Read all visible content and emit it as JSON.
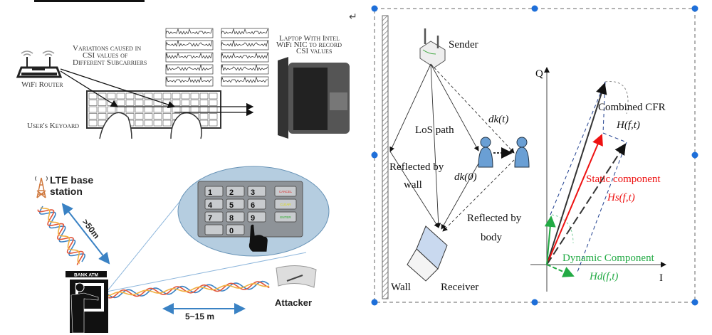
{
  "return_symbol": "↵",
  "keystroke_figure": {
    "router_label": "WiFi Router",
    "variations_label": [
      "Variations caused in",
      "CSI values of",
      "Different Subcarriers"
    ],
    "laptop_label": [
      "Laptop With Intel",
      "WiFi NIC to record",
      "CSI values"
    ],
    "keyboard_label": "User's Keyoard"
  },
  "atm_figure": {
    "lte_label": [
      "LTE base",
      "station"
    ],
    "distance_far": ">50m",
    "atm_label": "BANK ATM",
    "keypad_keys": [
      "1",
      "2",
      "3",
      "4",
      "5",
      "6",
      "7",
      "8",
      "9",
      "0"
    ],
    "keypad_function_keys": [
      {
        "label": "CANCEL",
        "color": "#d33"
      },
      {
        "label": "CLEAR",
        "color": "#dd0"
      },
      {
        "label": "ENTER",
        "color": "#2a2"
      }
    ],
    "distance_near": "5~15 m",
    "attacker_label": "Attacker"
  },
  "multipath_figure": {
    "sender_label": "Sender",
    "receiver_label": "Receiver",
    "wall_label": "Wall",
    "los_label": "LoS path",
    "reflected_wall": [
      "Reflected by",
      "wall"
    ],
    "reflected_body": [
      "Reflected by",
      "body"
    ],
    "dkt_label": "dk(t)",
    "dk0_label": "dk(0)"
  },
  "vector_figure": {
    "q_axis": "Q",
    "i_axis": "I",
    "combined_label": "Combined CFR",
    "combined_formula": "H(f,t)",
    "static_label": "Static component",
    "static_formula": "Hs(f,t)",
    "dynamic_label": "Dynamic Component",
    "dynamic_formula": "Hd(f,t)",
    "colors": {
      "static": "#ee1111",
      "dynamic": "#22aa44",
      "combined": "#333333",
      "projection": "#1f3f8f"
    }
  },
  "selection_handle_color": "#1e6fd9"
}
